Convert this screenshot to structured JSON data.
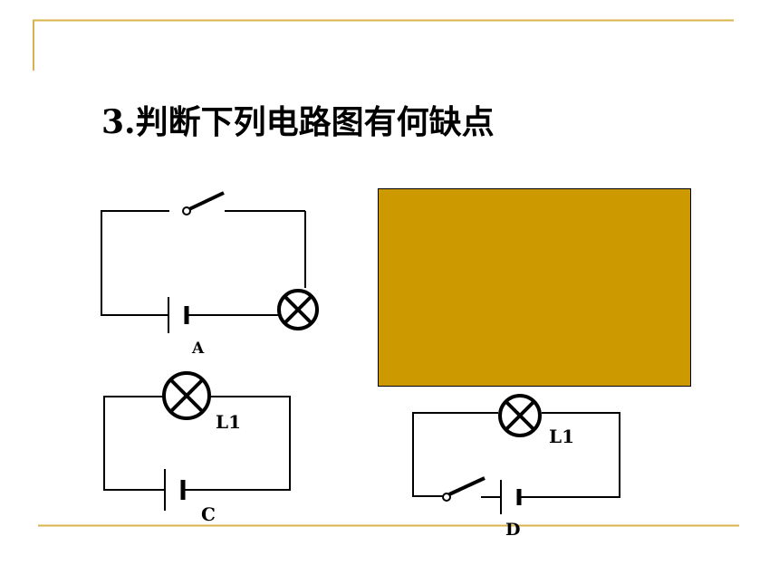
{
  "slide": {
    "title": "3.判断下列电路图有何缺点",
    "accent_color": "#D9B44A",
    "cover_color": "#CC9900"
  },
  "circuits": {
    "a": {
      "label": "A"
    },
    "c": {
      "label": "C",
      "lamp_label": "L1"
    },
    "d": {
      "label": "D",
      "lamp_label": "L1"
    }
  }
}
